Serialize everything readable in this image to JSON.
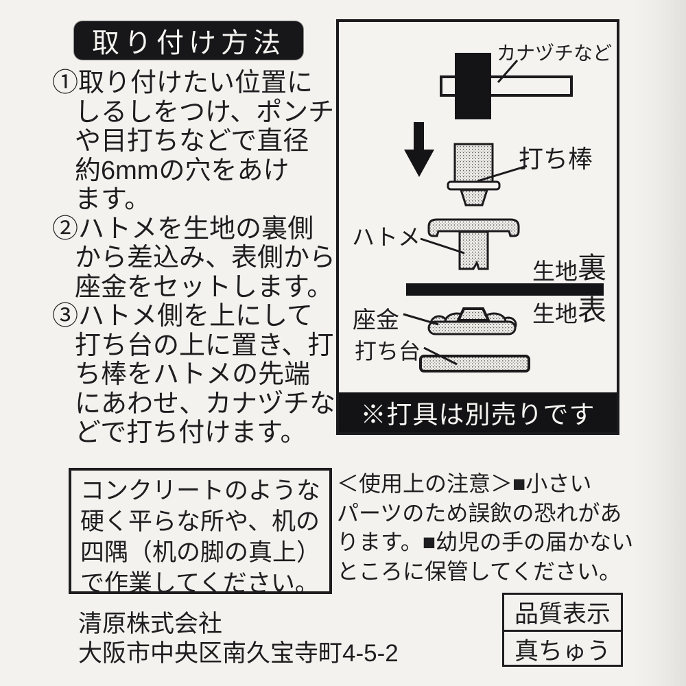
{
  "title": "取り付け方法",
  "instructions": {
    "steps": [
      {
        "lines": [
          "①取り付けたい位置に",
          "しるしをつけ、ポンチ",
          "や目打ちなどで直径",
          "約6mmの穴をあけ",
          "ます。"
        ]
      },
      {
        "lines": [
          "②ハトメを生地の裏側",
          "から差込み、表側から",
          "座金をセットします。"
        ]
      },
      {
        "lines": [
          "③ハトメ側を上にして",
          "打ち台の上に置き、打",
          "ち棒をハトメの先端",
          "にあわせ、カナヅチな",
          "どで打ち付けます。"
        ]
      }
    ]
  },
  "diagram": {
    "labels": {
      "hammer": "カナヅチなど",
      "punch": "打ち棒",
      "eyelet": "ハトメ",
      "fabric_back_base": "生地",
      "fabric_back_emph": "裏",
      "washer": "座金",
      "fabric_front_base": "生地",
      "fabric_front_emph": "表",
      "anvil": "打ち台"
    },
    "footnote": "※打具は別売りです"
  },
  "surface_note": {
    "lines": [
      "コンクリートのような",
      "硬く平らな所や、机の",
      "四隅（机の脚の真上）",
      "で作業してください。"
    ]
  },
  "caution": {
    "lines": [
      "＜使用上の注意＞■小さい",
      "パーツのため誤飲の恐れがあ",
      "ります。■幼児の手の届かない",
      "ところに保管してください。"
    ]
  },
  "company": {
    "name": "清原株式会社",
    "address": "大阪市中央区南久宝寺町4-5-2"
  },
  "quality": {
    "header": "品質表示",
    "value": "真ちゅう"
  },
  "colors": {
    "ink": "#1d1d1f",
    "paper": "#f3f2ee"
  }
}
